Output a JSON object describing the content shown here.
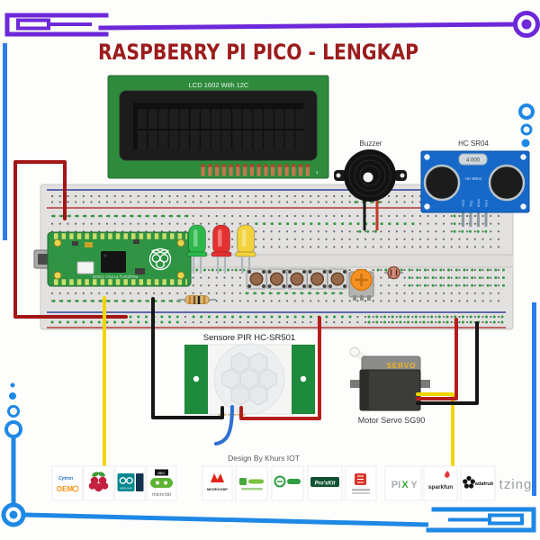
{
  "title": {
    "text": "RASPBERRY PI PICO - LENGKAP"
  },
  "credit": "Design By Khurs IOT",
  "watermark": "tzing",
  "components": {
    "lcd": {
      "label": "LCD 1602 With 12C",
      "pin1": "1"
    },
    "buzzer": {
      "label": "Buzzer"
    },
    "ultrasonic": {
      "label": "HC SR04",
      "board_text": "HC-SR04",
      "crystal_text": "4.000",
      "pin_labels": [
        "VCC",
        "Trig",
        "Echo",
        "Gnd"
      ]
    },
    "pico": {
      "board_text": "Raspberry Pi Pico ©2020"
    },
    "pir": {
      "label": "Sensore PIR HC-SR501"
    },
    "servo": {
      "label": "Motor Servo SG90",
      "case_text": "SERVO"
    }
  },
  "logos": {
    "cytron_top": "Cytron",
    "cytron_bottom": "OEM",
    "arduino": "ARDUINO",
    "bbc": "BBC",
    "microbit": "micro:bit",
    "microchip": "MICROCHIP",
    "proskit": "Pro'sKit",
    "pixy_p": "PI",
    "pixy_x": "X",
    "pixy_y": "Y",
    "sparkfun": "sparkfun",
    "adafruit": "adafruit"
  },
  "colors": {
    "title": "#9B1C1C",
    "deco_purple": "#6D28D9",
    "deco_blue": "#1E88E5",
    "lcd_pcb": "#2e8b3c",
    "pico_green": "#2e9444",
    "hcsr04_blue": "#1669C9",
    "wire_red": "#A31515",
    "wire_yellow": "#F2D500",
    "wire_black": "#161616",
    "wire_blue": "#2D6FD2"
  }
}
